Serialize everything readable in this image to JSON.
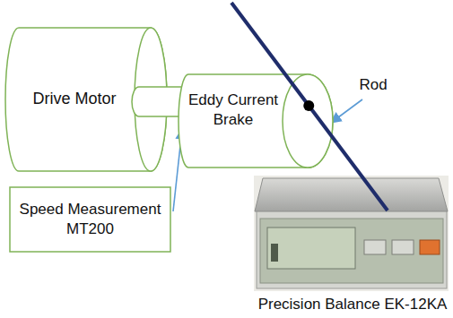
{
  "diagram": {
    "nodes": [
      {
        "text": [
          "Drive Motor"
        ]
      },
      {
        "text": [
          "Eddy Current Brake"
        ]
      },
      {
        "text": [
          "Speed Measurement MT200"
        ]
      }
    ],
    "labels": [
      "Rod",
      "Precision Balance EK-12KA"
    ]
  }
}
